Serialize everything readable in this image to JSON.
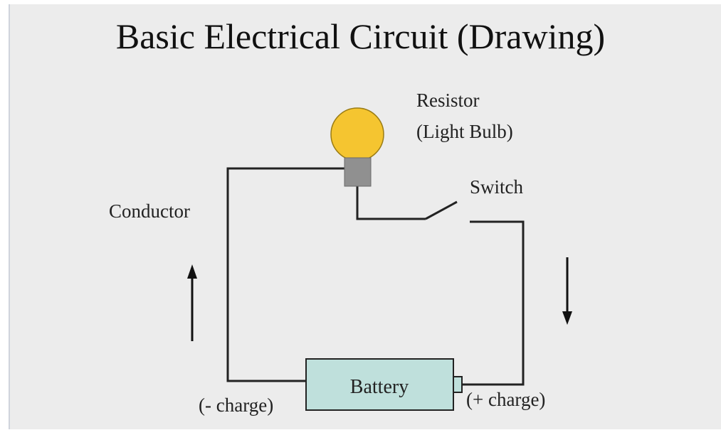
{
  "title": "Basic Electrical Circuit (Drawing)",
  "labels": {
    "resistor_line1": "Resistor",
    "resistor_line2": "(Light Bulb)",
    "switch": "Switch",
    "conductor": "Conductor",
    "battery": "Battery",
    "negative": "(- charge)",
    "positive": "(+ charge)"
  },
  "colors": {
    "background": "#ececec",
    "bulb": "#f5c530",
    "bulb_base": "#909090",
    "battery_fill": "#bfe0dc",
    "wire": "#222222"
  },
  "icons": {
    "bulb": "light-bulb-icon",
    "battery": "battery-icon",
    "switch": "open-switch-icon",
    "arrow_up": "arrow-up-icon",
    "arrow_down": "arrow-down-icon"
  }
}
